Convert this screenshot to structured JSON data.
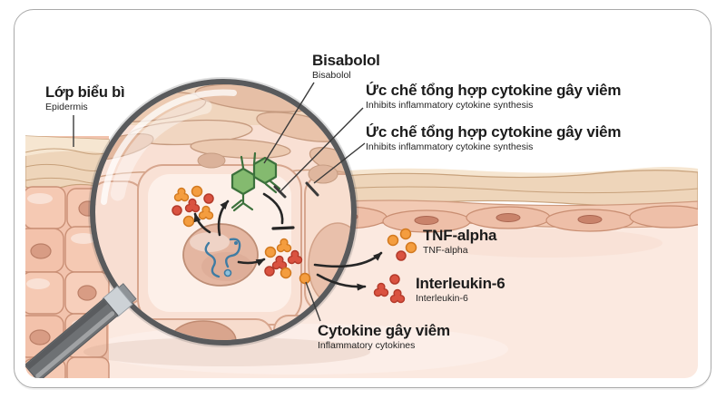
{
  "labels": {
    "epidermis": {
      "vi": "Lớp biểu bì",
      "en": "Epidermis"
    },
    "bisabolol": {
      "vi": "Bisabolol",
      "en": "Bisabolol"
    },
    "inhibition_upper": {
      "vi": "Ức chế tổng hợp cytokine gây viêm",
      "en": "Inhibits inflammatory cytokine synthesis"
    },
    "inhibition_lower": {
      "vi": "Ức chế tổng hợp cytokine gây viêm",
      "en": "Inhibits inflammatory cytokine synthesis"
    },
    "tnf_alpha": {
      "vi": "TNF-alpha",
      "en": "TNF-alpha"
    },
    "interleukin6": {
      "vi": "Interleukin-6",
      "en": "Interleukin-6"
    },
    "inflammatory_cytokines": {
      "vi": "Cytokine gây viêm",
      "en": "Inflammatory cytokines"
    }
  },
  "colors": {
    "molecule_green": "#84ba6f",
    "molecule_outline": "#3c713c",
    "cytokine_orange": "#f49d3f",
    "cytokine_red": "#da5240",
    "tissue_pink": "#f5c9b3",
    "tissue_beige": "#eed5ba",
    "background_pink": "#fbe9e0",
    "glass_rim_gray": "#595a5c",
    "dna_blue": "#3f7ca3",
    "arrow_black": "#262626"
  },
  "icons": {
    "magnifier": "magnifying-glass-icon",
    "molecule": "bisabolol-molecule-icon",
    "dna": "dna-icon",
    "inhibition": "t-bar-inhibition-icon"
  }
}
